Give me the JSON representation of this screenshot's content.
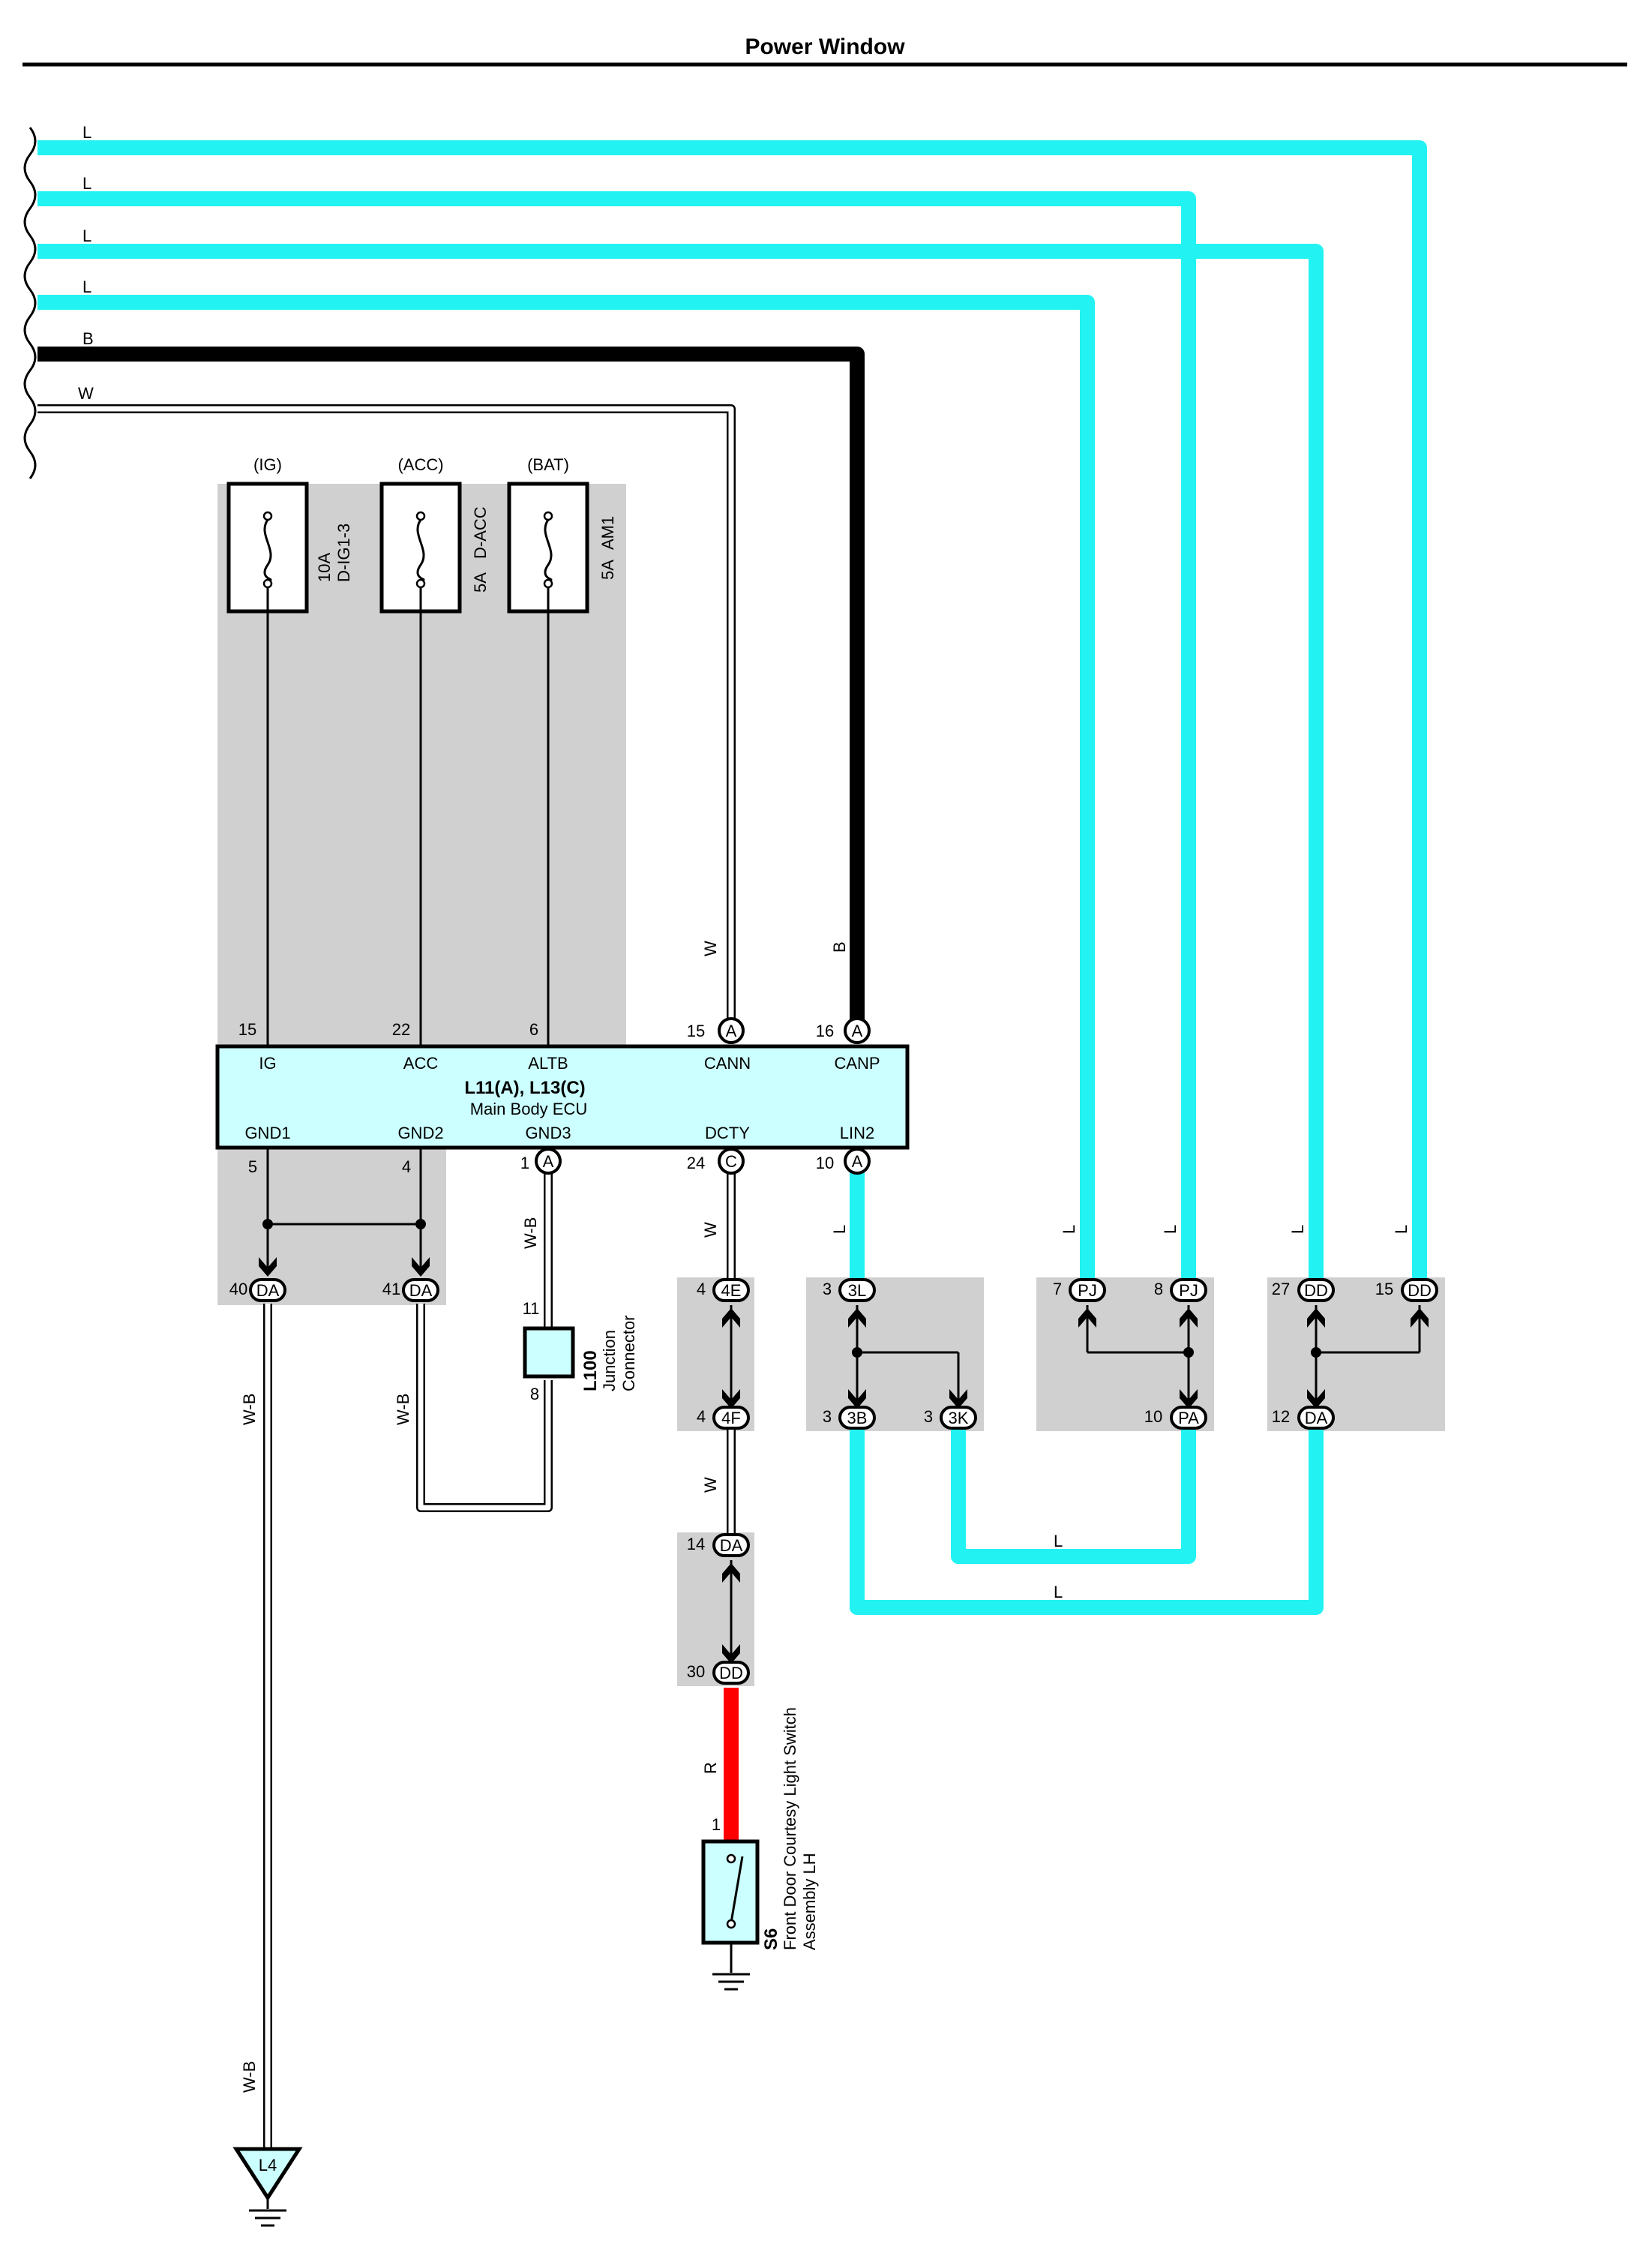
{
  "title": "Power Window",
  "colors": {
    "L": "#22F2F2",
    "B": "#000000",
    "W": "#FFFFFF",
    "W-B": "#FFFFFF",
    "R": "#FF0000",
    "junction_bg": "#D0D0D0",
    "ecu_bg": "#CCFFFF"
  },
  "harness_wires": [
    "L",
    "L",
    "L",
    "L",
    "B",
    "W"
  ],
  "fuses": [
    {
      "source": "(IG)",
      "rating": "10A",
      "name": "D-IG1-3"
    },
    {
      "source": "(ACC)",
      "rating": "5A",
      "name": "D-ACC"
    },
    {
      "source": "(BAT)",
      "rating": "5A",
      "name": "AM1"
    }
  ],
  "ecu": {
    "code": "L11(A), L13(C)",
    "name": "Main Body ECU",
    "top_pins": [
      {
        "num": "15",
        "label": "IG"
      },
      {
        "num": "22",
        "label": "ACC"
      },
      {
        "num": "6",
        "label": "ALTB"
      },
      {
        "num": "15",
        "label": "CANN",
        "conn": "A"
      },
      {
        "num": "16",
        "label": "CANP",
        "conn": "A"
      }
    ],
    "bottom_pins": [
      {
        "num": "5",
        "label": "GND1"
      },
      {
        "num": "4",
        "label": "GND2"
      },
      {
        "num": "1",
        "label": "GND3",
        "conn": "A"
      },
      {
        "num": "24",
        "label": "DCTY",
        "conn": "C"
      },
      {
        "num": "10",
        "label": "LIN2",
        "conn": "A"
      }
    ]
  },
  "wire_labels": {
    "cann": "W",
    "canp": "B",
    "lin2": "L",
    "gnd3": "W-B",
    "dcty": "W",
    "gnd1": "W-B",
    "gnd2": "W-B",
    "pj7": "L",
    "pj8": "L",
    "dd27": "L",
    "dd15": "L",
    "w_4f_da": "W",
    "r_switch": "R",
    "gnd1_low": "W-B",
    "l_bottom1": "L",
    "l_bottom2": "L"
  },
  "connectors": {
    "da40": {
      "num": "40",
      "code": "DA"
    },
    "da41": {
      "num": "41",
      "code": "DA"
    },
    "j4e": {
      "num": "4",
      "code": "4E"
    },
    "j4f": {
      "num": "4",
      "code": "4F"
    },
    "j3l": {
      "num": "3",
      "code": "3L"
    },
    "j3b": {
      "num": "3",
      "code": "3B"
    },
    "j3k": {
      "num": "3",
      "code": "3K"
    },
    "pj7": {
      "num": "7",
      "code": "PJ"
    },
    "pj8": {
      "num": "8",
      "code": "PJ"
    },
    "pa10": {
      "num": "10",
      "code": "PA"
    },
    "dd27": {
      "num": "27",
      "code": "DD"
    },
    "dd15": {
      "num": "15",
      "code": "DD"
    },
    "da12": {
      "num": "12",
      "code": "DA"
    },
    "da14": {
      "num": "14",
      "code": "DA"
    },
    "dd30": {
      "num": "30",
      "code": "DD"
    }
  },
  "junction_connector": {
    "code": "L100",
    "name1": "Junction",
    "name2": "Connector",
    "pin_top": "11",
    "pin_bottom": "8"
  },
  "switch": {
    "code": "S6",
    "name1": "Front Door Courtesy Light Switch",
    "name2": "Assembly LH",
    "pin": "1"
  },
  "ground_point": {
    "code": "L4"
  }
}
